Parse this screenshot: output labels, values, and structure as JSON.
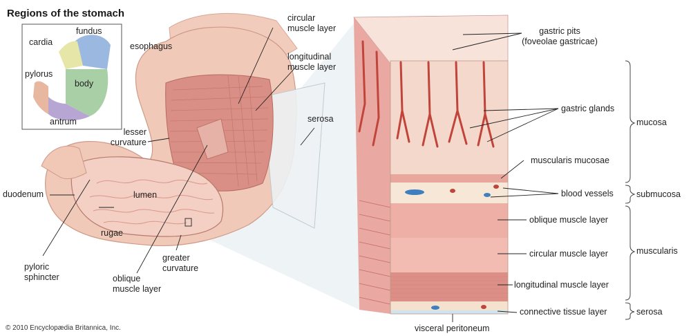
{
  "title": "Regions of the stomach",
  "credit": "© 2010 Encyclopædia Britannica, Inc.",
  "inset_labels": {
    "fundus": "fundus",
    "cardia": "cardia",
    "pylorus": "pylorus",
    "body": "body",
    "antrum": "antrum"
  },
  "stomach_labels": {
    "esophagus": "esophagus",
    "circular_muscle_layer": "circular\nmuscle layer",
    "longitudinal_muscle_layer": "longitudinal\nmuscle layer",
    "serosa": "serosa",
    "lesser_curvature": "lesser\ncurvature",
    "duodenum": "duodenum",
    "lumen": "lumen",
    "rugae": "rugae",
    "pyloric_sphincter": "pyloric\nsphincter",
    "greater_curvature": "greater\ncurvature",
    "oblique_muscle_layer": "oblique\nmuscle layer"
  },
  "section_labels": {
    "gastric_pits": "gastric pits\n(foveolae gastricae)",
    "gastric_glands": "gastric glands",
    "muscularis_mucosae": "muscularis mucosae",
    "blood_vessels": "blood vessels",
    "oblique_muscle_layer": "oblique muscle layer",
    "circular_muscle_layer": "circular muscle layer",
    "longitudinal_muscle_layer": "longitudinal muscle layer",
    "connective_tissue_layer": "connective tissue layer",
    "visceral_peritoneum": "visceral peritoneum"
  },
  "bracket_labels": {
    "mucosa": "mucosa",
    "submucosa": "submucosa",
    "muscularis": "muscularis",
    "serosa": "serosa"
  },
  "colors": {
    "stomach_outer": "#f0c9b8",
    "muscle": "#d98f85",
    "lumen": "#f3cfc4",
    "mucosa": "#f4d8cc",
    "gland": "#c0443a",
    "submucosa": "#f6e7d6",
    "muscularis": "#eeb0a6",
    "serosa_layer": "#cfe4ee",
    "inset_fundus": "#9bb9e0",
    "inset_cardia": "#e6e6a8",
    "inset_body": "#a9cfa6",
    "inset_antrum": "#b7a6d4",
    "inset_pylorus": "#e8b7a0"
  }
}
